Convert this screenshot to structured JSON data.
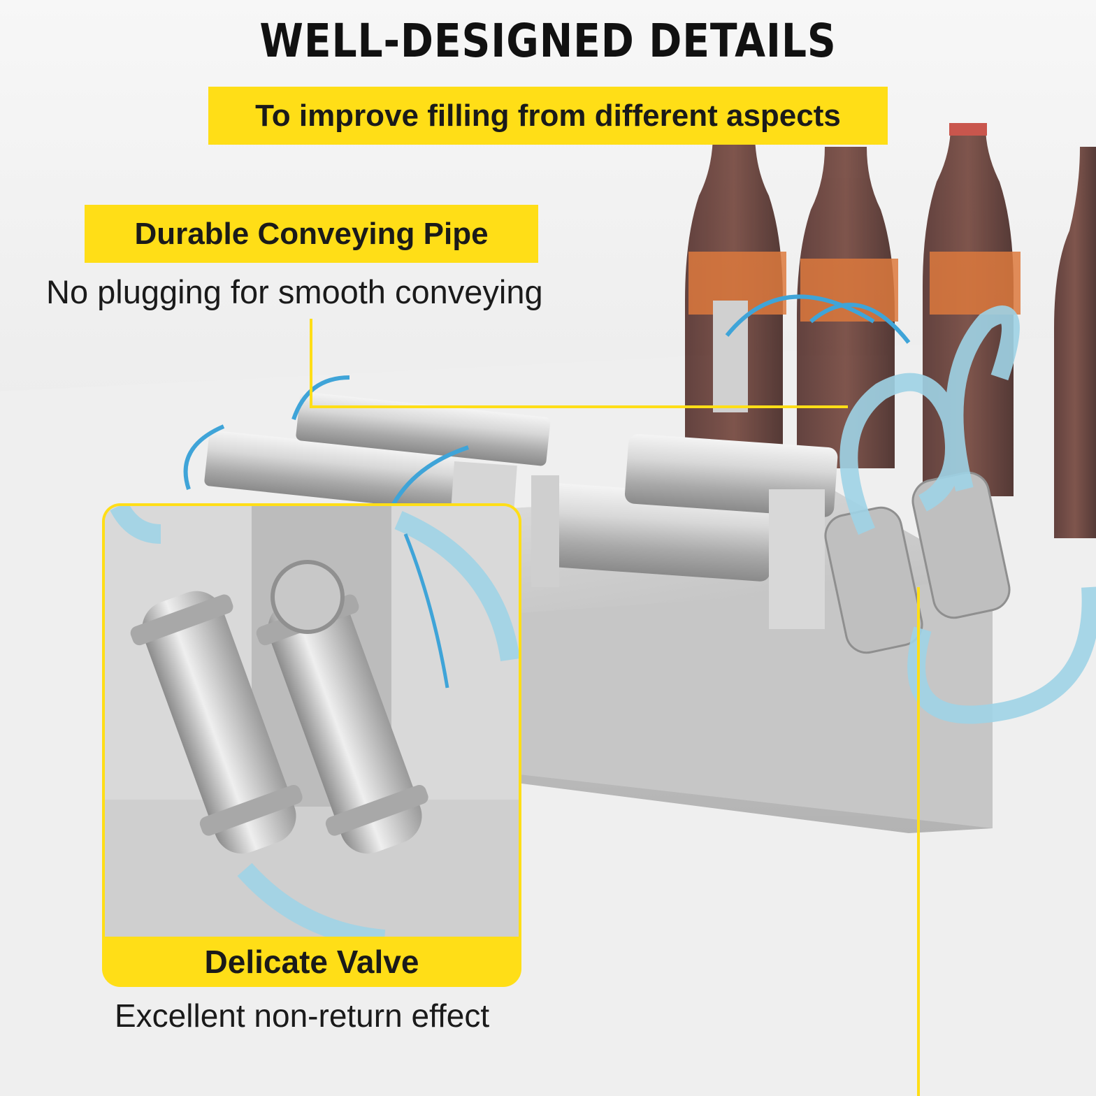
{
  "header": {
    "title": "WELL-DESIGNED DETAILS",
    "subtitle": "To improve filling from different aspects"
  },
  "features": [
    {
      "label": "Durable Conveying Pipe",
      "description": "No plugging for smooth conveying"
    },
    {
      "label": "Delicate Valve",
      "description": "Excellent non-return effect"
    }
  ],
  "colors": {
    "accent": "#ffde17",
    "text": "#1a1a1a",
    "background": "#f2f2f2"
  },
  "icons": [
    "filling-machine-photo",
    "valve-closeup-photo",
    "cola-bottles-photo"
  ]
}
